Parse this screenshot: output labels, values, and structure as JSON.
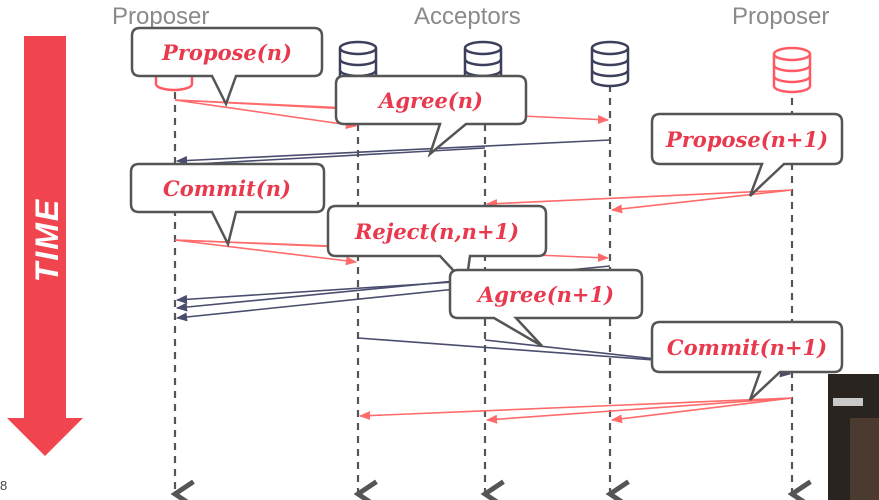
{
  "headers": {
    "left_proposer": "Proposer",
    "acceptors": "Acceptors",
    "right_proposer": "Proposer"
  },
  "time_label": "TIME",
  "page_number": "8",
  "messages": {
    "propose_n": "Propose(n)",
    "agree_n": "Agree(n)",
    "propose_n1": "Propose(n+1)",
    "commit_n": "Commit(n)",
    "reject": "Reject(n,n+1)",
    "agree_n1": "Agree(n+1)",
    "commit_n1": "Commit(n+1)"
  },
  "colors": {
    "accent_red": "#e8394e",
    "arrow_red": "#ff6a6a",
    "reply_navy": "#4a4d6e",
    "lifeline_gray": "#555555",
    "header_gray": "#8a8a8a",
    "bubble_border": "#555555"
  },
  "icons": [
    "database-icon"
  ]
}
